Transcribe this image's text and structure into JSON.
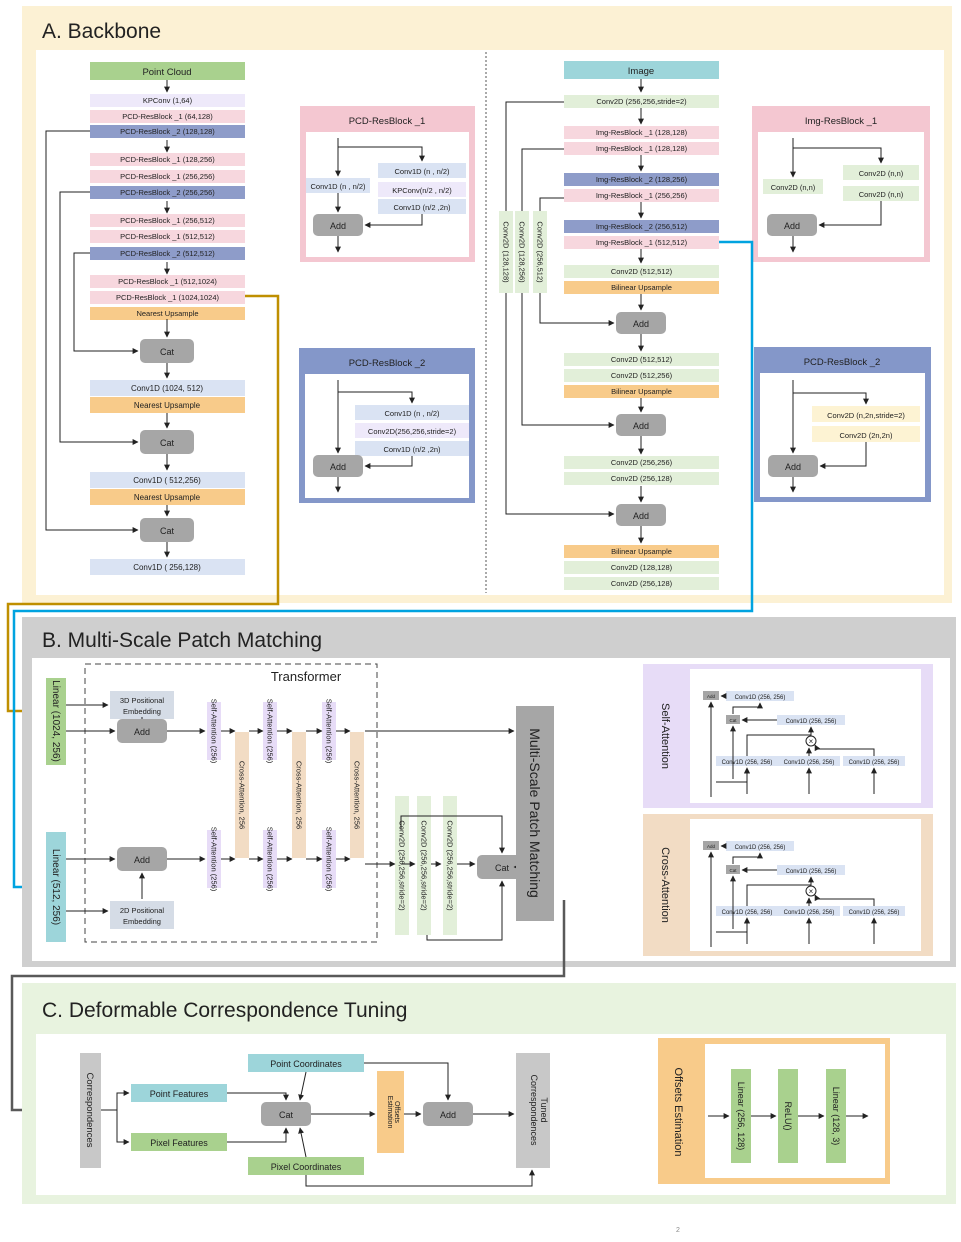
{
  "colors": {
    "section_a_bg": "#fcf1d4",
    "section_b_bg": "#cfcfcf",
    "section_c_bg": "#e8f3df",
    "inner_bg": "#ffffff",
    "green": "#a9d18e",
    "light_green": "#e2efd9",
    "pink": "#f7d7de",
    "blue_dark": "#8e9cc9",
    "blue_light": "#dae3f3",
    "lavender": "#eee9fa",
    "orange": "#f8cb8a",
    "teal": "#9dd5da",
    "gray": "#a6a6a6",
    "purple_panel": "#e7dcf7",
    "tan_panel": "#f2dcc4",
    "panel_pink": "#f4c7d1",
    "panel_blue": "#8497c9",
    "gold_line": "#bf8f00",
    "cyan_line": "#00a3e0",
    "dark_line": "#595959"
  },
  "sections": {
    "a_title": "A. Backbone",
    "b_title": "B. Multi-Scale Patch Matching",
    "c_title": "C. Deformable Correspondence Tuning"
  },
  "backbone_pcd": {
    "header": "Point Cloud",
    "blocks": [
      "KPConv (1,64)",
      "PCD-ResBlock _1 (64,128)",
      "PCD-ResBlock _2 (128,128)",
      "PCD-ResBlock _1 (128,256)",
      "PCD-ResBlock _1 (256,256)",
      "PCD-ResBlock _2 (256,256)",
      "PCD-ResBlock _1 (256,512)",
      "PCD-ResBlock _1 (512,512)",
      "PCD-ResBlock _2 (512,512)",
      "PCD-ResBlock _1 (512,1024)",
      "PCD-ResBlock _1 (1024,1024)",
      "Nearest Upsample"
    ],
    "cat1": "Cat",
    "conv_a": "Conv1D (1024, 512)",
    "up_a": "Nearest Upsample",
    "cat2": "Cat",
    "conv_b": "Conv1D ( 512,256)",
    "up_b": "Nearest Upsample",
    "cat3": "Cat",
    "conv_c": "Conv1D ( 256,128)"
  },
  "pcd_resblock_1": {
    "title": "PCD-ResBlock _1",
    "left": "Conv1D (n , n/2)",
    "r1": "Conv1D (n , n/2)",
    "r2": "KPConv(n/2 , n/2)",
    "r3": "Conv1D (n/2 ,2n)",
    "add": "Add"
  },
  "pcd_resblock_2": {
    "title": "PCD-ResBlock _2",
    "r1": "Conv1D (n , n/2)",
    "r2": "Conv2D(256,256,stride=2)",
    "r3": "Conv1D (n/2 ,2n)",
    "add": "Add"
  },
  "backbone_img": {
    "header": "Image",
    "blocks": [
      "Conv2D (256,256,stride=2)",
      "Img-ResBlock _1 (128,128)",
      "Img-ResBlock _1 (128,128)",
      "Img-ResBlock _2 (128,256)",
      "Img-ResBlock _1 (256,256)",
      "Img-ResBlock _2 (256,512)",
      "Img-ResBlock _1 (512,512)",
      "Conv2D (512,512)",
      "Bilinear Upsample"
    ],
    "add1": "Add",
    "mid1": [
      "Conv2D (512,512)",
      "Conv2D (512,256)",
      "Bilinear Upsample"
    ],
    "add2": "Add",
    "mid2": [
      "Conv2D (256,256)",
      "Conv2D (256,128)"
    ],
    "add3": "Add",
    "tail": [
      "Bilinear Upsample",
      "Conv2D (128,128)",
      "Conv2D (256,128)"
    ],
    "side_convs": [
      "Conv2D (128,128)",
      "Conv2D (128,256)",
      "Conv2D (256,512)"
    ]
  },
  "img_resblock_1": {
    "title": "Img-ResBlock _1",
    "left": "Conv2D (n,n)",
    "r1": "Conv2D (n,n)",
    "r2": "Conv2D (n,n)",
    "add": "Add"
  },
  "img_resblock_2": {
    "title": "PCD-ResBlock _2",
    "r1": "Conv2D (n,2n,stride=2)",
    "r2": "Conv2D (2n,2n)",
    "add": "Add"
  },
  "msp": {
    "transformer_label": "Transformer",
    "linear_top": "Linear (1024, 256)",
    "linear_bottom": "Linear (512, 256)",
    "pos3d": [
      "3D Positional",
      "Embedding"
    ],
    "pos2d": [
      "2D Positional",
      "Embedding"
    ],
    "add_top": "Add",
    "add_bottom": "Add",
    "self_attn": "Self-Attention (256)",
    "cross_attn": "Cross-Attention, 256",
    "conv_vert": "Conv2D (256,256,stride=2)",
    "cat": "Cat",
    "msp_bar": "Multi-Scale Patch Matching",
    "sa_panel_title": "Self-Attention",
    "ca_panel_title": "Cross-Attention",
    "detail_add": "Add",
    "detail_cat": "Cat",
    "detail_conv": "Conv1D (256, 256)"
  },
  "dct": {
    "correspondences": "Correspondences",
    "point_features": "Point Features",
    "pixel_features": "Pixel Features",
    "point_coords": "Point Coordinates",
    "pixel_coords": "Pixel Coordinates",
    "cat": "Cat",
    "offsets_small": [
      "Offsets",
      "Estimation"
    ],
    "add": "Add",
    "tuned": [
      "Tuned",
      "Correspondences"
    ],
    "offsets_panel_title": "Offsets Estimation",
    "linear1": "Linear (256, 128)",
    "relu": "ReLU()",
    "linear2": "Linear (128, 3)"
  },
  "footnote": "2"
}
